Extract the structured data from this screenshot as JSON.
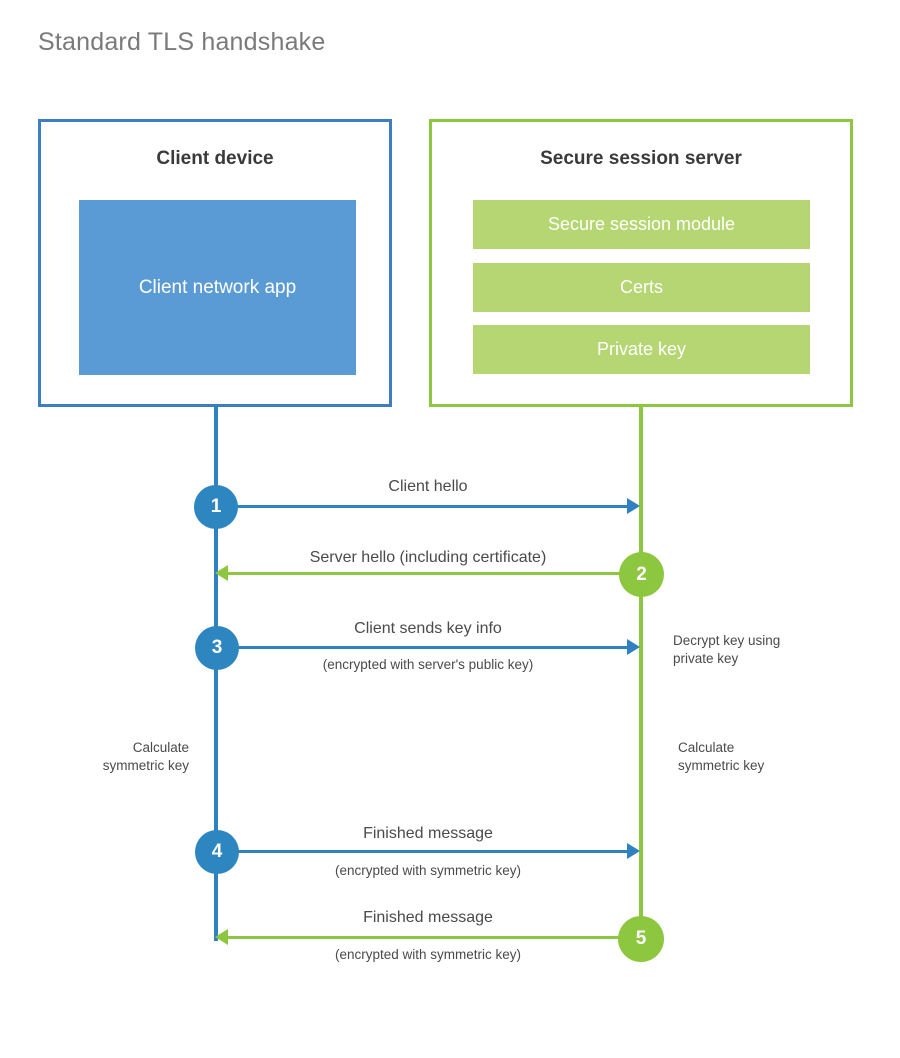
{
  "title": "Standard TLS handshake",
  "participants": {
    "client": {
      "title": "Client device",
      "block_label": "Client network app",
      "border_color": "#3c7ebf",
      "block_color": "#5b9bd5"
    },
    "server": {
      "title": "Secure session server",
      "border_color": "#8dc63f",
      "bar_color": "#b5d673",
      "bars": [
        {
          "label": "Secure session module"
        },
        {
          "label": "Certs"
        },
        {
          "label": "Private key"
        }
      ]
    }
  },
  "colors": {
    "client_accent": "#2f81bf",
    "client_circle": "#2e86c1",
    "server_accent": "#8dc63f",
    "title_text": "#7a7a7a",
    "body_text": "#4a4a4a"
  },
  "steps": [
    {
      "number": "1",
      "label": "Client hello",
      "sublabel": "",
      "direction": "client-to-server",
      "color": "blue"
    },
    {
      "number": "2",
      "label": "Server hello (including certificate)",
      "sublabel": "",
      "direction": "server-to-client",
      "color": "green"
    },
    {
      "number": "3",
      "label": "Client sends key info",
      "sublabel": "(encrypted with server's public key)",
      "direction": "client-to-server",
      "color": "blue"
    },
    {
      "number": "4",
      "label": "Finished message",
      "sublabel": "(encrypted with symmetric key)",
      "direction": "client-to-server",
      "color": "blue"
    },
    {
      "number": "5",
      "label": "Finished message",
      "sublabel": "(encrypted with symmetric key)",
      "direction": "server-to-client",
      "color": "green"
    }
  ],
  "annotations": {
    "decrypt_note_line1": "Decrypt key using",
    "decrypt_note_line2": "private key",
    "client_calc_line1": "Calculate",
    "client_calc_line2": "symmetric key",
    "server_calc_line1": "Calculate",
    "server_calc_line2": "symmetric key"
  }
}
